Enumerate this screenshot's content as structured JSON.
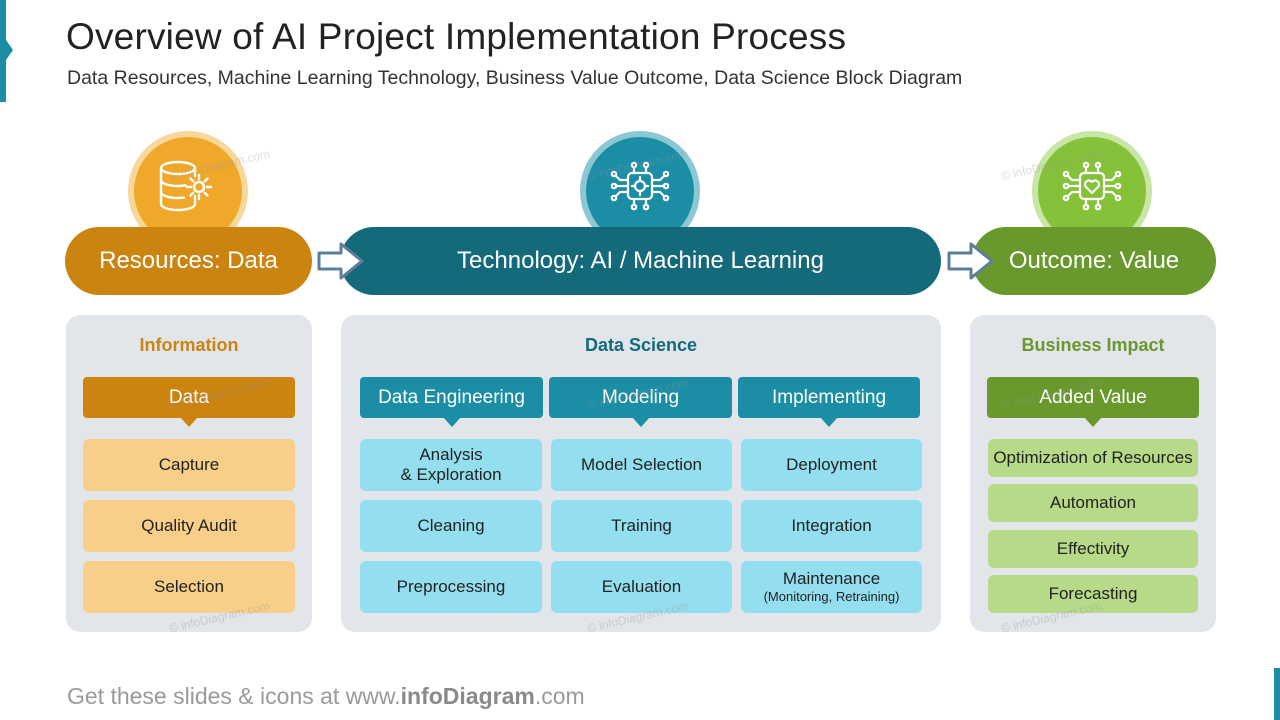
{
  "header": {
    "title": "Overview of AI Project Implementation Process",
    "subtitle": "Data Resources, Machine  Learning  Technology, Business  Value Outcome, Data Science Block Diagram"
  },
  "icons": {
    "data": "database-gear-icon",
    "tech": "ai-chip-gear-icon",
    "value": "ai-chip-heart-icon"
  },
  "colors": {
    "orange_dark": "#cc8410",
    "orange": "#f0a82a",
    "orange_light": "#f7cf88",
    "teal_dark": "#14697a",
    "teal": "#1b8ea6",
    "blue_light": "#93dfef",
    "green_dark": "#69982c",
    "green": "#85c23a",
    "green_light": "#b6da88",
    "panel": "#e2e5ea"
  },
  "stages": {
    "data": "Resources: Data",
    "tech": "Technology: AI / Machine Learning",
    "value": "Outcome: Value"
  },
  "left_panel": {
    "title": "Information",
    "header": "Data",
    "items": [
      "Capture",
      "Quality Audit",
      "Selection"
    ]
  },
  "mid_panel": {
    "title": "Data Science",
    "columns": [
      {
        "header": "Data Engineering",
        "items": [
          {
            "line1": "Analysis",
            "line2": "& Exploration"
          },
          {
            "line1": "Cleaning"
          },
          {
            "line1": "Preprocessing"
          }
        ]
      },
      {
        "header": "Modeling",
        "items": [
          {
            "line1": "Model Selection"
          },
          {
            "line1": "Training"
          },
          {
            "line1": "Evaluation"
          }
        ]
      },
      {
        "header": "Implementing",
        "items": [
          {
            "line1": "Deployment"
          },
          {
            "line1": "Integration"
          },
          {
            "line1": "Maintenance",
            "line2": "(Monitoring, Retraining)"
          }
        ]
      }
    ]
  },
  "right_panel": {
    "title": "Business Impact",
    "header": "Added Value",
    "items": [
      "Optimization of Resources",
      "Automation",
      "Effectivity",
      "Forecasting"
    ]
  },
  "footer": {
    "prefix": "Get these slides & icons at www.",
    "brand": "infoDiagram",
    "suffix": ".com"
  },
  "watermark": "© infoDiagram.com"
}
